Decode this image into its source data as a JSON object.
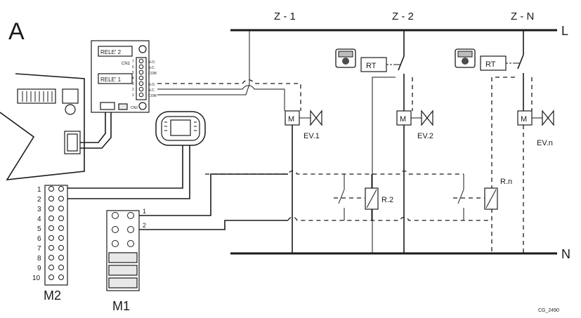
{
  "diagram": {
    "panel_letter": "A",
    "zones": [
      "Z - 1",
      "Z - 2",
      "Z - N"
    ],
    "line_labels": {
      "live": "L",
      "neutral": "N"
    },
    "relay_board": {
      "relay2": "RELE' 2",
      "relay1": "RELE' 1",
      "cnt": "CN1",
      "cn2": "CN2",
      "terminals": [
        "N.O.",
        "N.C.",
        "COM",
        "N.O.",
        "N.C.",
        "COM"
      ],
      "pin_numbers": [
        "7",
        "6",
        "5",
        "4",
        "3",
        "2",
        "1"
      ]
    },
    "valves": [
      "EV.1",
      "EV.2",
      "EV.n"
    ],
    "motor_label": "M",
    "thermostat_label": "RT",
    "relays": [
      "R.2",
      "R.n"
    ],
    "terminal_blocks": {
      "M2": {
        "label": "M2",
        "numbers": [
          "1",
          "2",
          "3",
          "4",
          "5",
          "6",
          "7",
          "8",
          "9",
          "10"
        ]
      },
      "M1": {
        "label": "M1",
        "numbers": [
          "1",
          "2"
        ]
      }
    },
    "code": "CG_2490"
  }
}
